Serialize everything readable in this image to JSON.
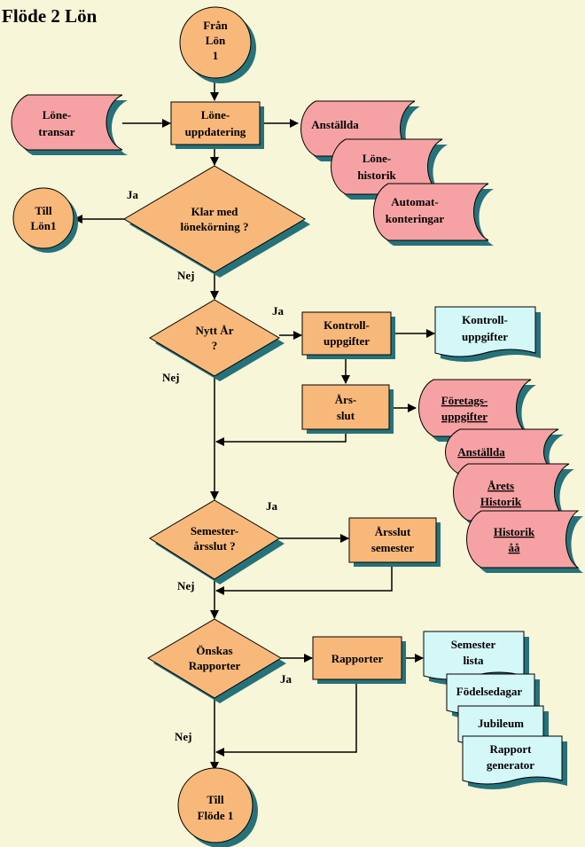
{
  "title": "Flöde 2 Lön",
  "nodes": {
    "fran_lon": [
      "Från",
      "Lön",
      "1"
    ],
    "lonetransar": [
      "Löne-",
      "transar"
    ],
    "loneuppdatering": [
      "Löne-",
      "uppdatering"
    ],
    "anstallda1": [
      "Anställda"
    ],
    "lonehistorik": [
      "Löne-",
      "historik"
    ],
    "automat": [
      "Automat-",
      "konteringar"
    ],
    "klar_med": [
      "Klar med",
      "lönekörning ?"
    ],
    "till_lon1": [
      "Till",
      "Lön1"
    ],
    "nytt_ar": [
      "Nytt År",
      "?"
    ],
    "kontrolluppgifter": [
      "Kontroll-",
      "uppgifter"
    ],
    "kontroll_doc": [
      "Kontroll-",
      "uppgifter"
    ],
    "arsslut": [
      "Års-",
      "slut"
    ],
    "foretagsuppgifter": [
      "Företags-",
      "uppgifter"
    ],
    "anstallda2": [
      "Anställda"
    ],
    "arets_historik": [
      "Årets",
      "Historik"
    ],
    "historik_aa": [
      "Historik",
      "åå"
    ],
    "semesterarsslut": [
      "Semester-",
      "årsslut ?"
    ],
    "arsslut_semester": [
      "Årsslut",
      "semester"
    ],
    "onskas": [
      "Önskas",
      "Rapporter"
    ],
    "rapporter": [
      "Rapporter"
    ],
    "semester_lista": [
      "Semester",
      "lista"
    ],
    "fodelsedagar": [
      "Födelsedagar"
    ],
    "jubileum": [
      "Jubileum"
    ],
    "rapport_generator": [
      "Rapport",
      "generator"
    ],
    "till_flode1": [
      "Till",
      "Flöde 1"
    ]
  },
  "labels": {
    "ja1": "Ja",
    "nej1": "Nej",
    "ja2": "Ja",
    "nej2": "Nej",
    "ja3": "Ja",
    "nej3": "Nej",
    "ja4": "Ja",
    "nej4": "Nej"
  },
  "colors": {
    "orange": "#f7b87a",
    "pink": "#f6a2a4",
    "cyan": "#d4f7f8",
    "shadow": "#26727a",
    "background": "#f8f6d8"
  }
}
